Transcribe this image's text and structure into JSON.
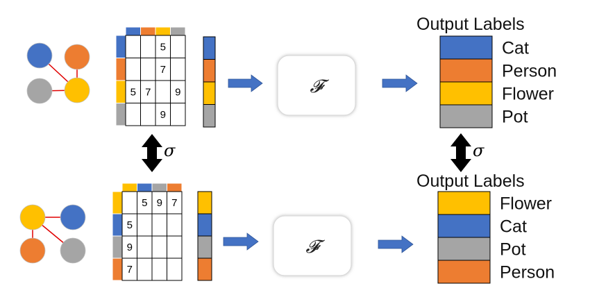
{
  "colors": {
    "blue": "#4472c4",
    "orange": "#ed7d31",
    "yellow": "#ffc000",
    "gray": "#a5a5a5",
    "edge": "#e00000",
    "arrow": "#4472c4"
  },
  "function_symbol": "𝓕",
  "sigma_symbol": "σ",
  "top": {
    "graph_nodes": [
      "blue",
      "orange",
      "gray",
      "yellow"
    ],
    "matrix": {
      "col_colors": [
        "blue",
        "orange",
        "yellow",
        "gray"
      ],
      "row_colors": [
        "blue",
        "orange",
        "yellow",
        "gray"
      ],
      "cells": [
        [
          "",
          "",
          "5",
          ""
        ],
        [
          "",
          "",
          "7",
          ""
        ],
        [
          "5",
          "7",
          "",
          "9"
        ],
        [
          "",
          "",
          "9",
          ""
        ]
      ]
    },
    "vector_colors": [
      "blue",
      "orange",
      "yellow",
      "gray"
    ],
    "output_title": "Output Labels",
    "output_labels": [
      {
        "color": "blue",
        "label": "Cat"
      },
      {
        "color": "orange",
        "label": "Person"
      },
      {
        "color": "yellow",
        "label": "Flower"
      },
      {
        "color": "gray",
        "label": "Pot"
      }
    ]
  },
  "bottom": {
    "graph_nodes": [
      "yellow",
      "blue",
      "orange",
      "gray"
    ],
    "matrix": {
      "col_colors": [
        "yellow",
        "blue",
        "gray",
        "orange"
      ],
      "row_colors": [
        "yellow",
        "blue",
        "gray",
        "orange"
      ],
      "cells": [
        [
          "",
          "5",
          "9",
          "7"
        ],
        [
          "5",
          "",
          "",
          ""
        ],
        [
          "9",
          "",
          "",
          ""
        ],
        [
          "7",
          "",
          "",
          ""
        ]
      ]
    },
    "vector_colors": [
      "yellow",
      "blue",
      "gray",
      "orange"
    ],
    "output_title": "Output Labels",
    "output_labels": [
      {
        "color": "yellow",
        "label": "Flower"
      },
      {
        "color": "blue",
        "label": "Cat"
      },
      {
        "color": "gray",
        "label": "Pot"
      },
      {
        "color": "orange",
        "label": "Person"
      }
    ]
  }
}
